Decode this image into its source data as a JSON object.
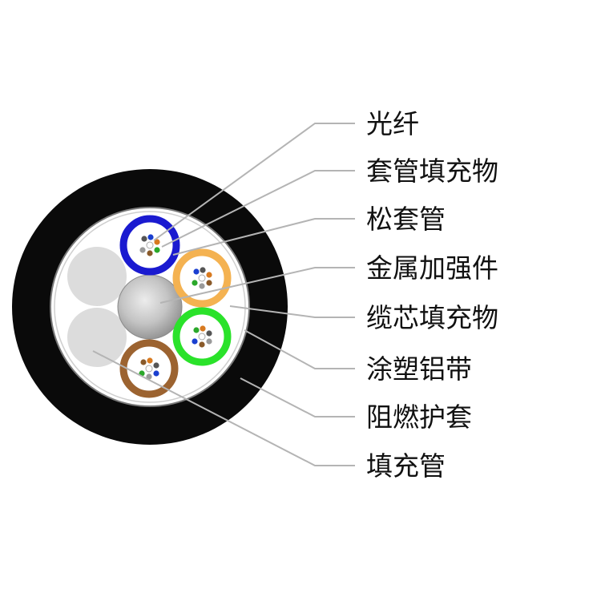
{
  "diagram": {
    "labels": [
      {
        "id": "optical-fiber",
        "text": "光纤"
      },
      {
        "id": "tube-filling",
        "text": "套管填充物"
      },
      {
        "id": "loose-tube",
        "text": "松套管"
      },
      {
        "id": "strength-member",
        "text": "金属加强件"
      },
      {
        "id": "cable-filling",
        "text": "缆芯填充物"
      },
      {
        "id": "coated-aluminum-tape",
        "text": "涂塑铝带"
      },
      {
        "id": "flame-retardant-sheath",
        "text": "阻燃护套"
      },
      {
        "id": "filler-rod",
        "text": "填充管"
      }
    ],
    "colors": {
      "sheath": "#0a0a0a",
      "core_background": "#ffffff",
      "filler_rod": "#dcdcdc",
      "strength_member": "#a8a8a8",
      "tube_blue": "#1a1ad0",
      "tube_orange": "#f4b251",
      "tube_green": "#2ae22a",
      "tube_brown": "#9c6330",
      "leader_line": "#b4b4b4"
    }
  }
}
